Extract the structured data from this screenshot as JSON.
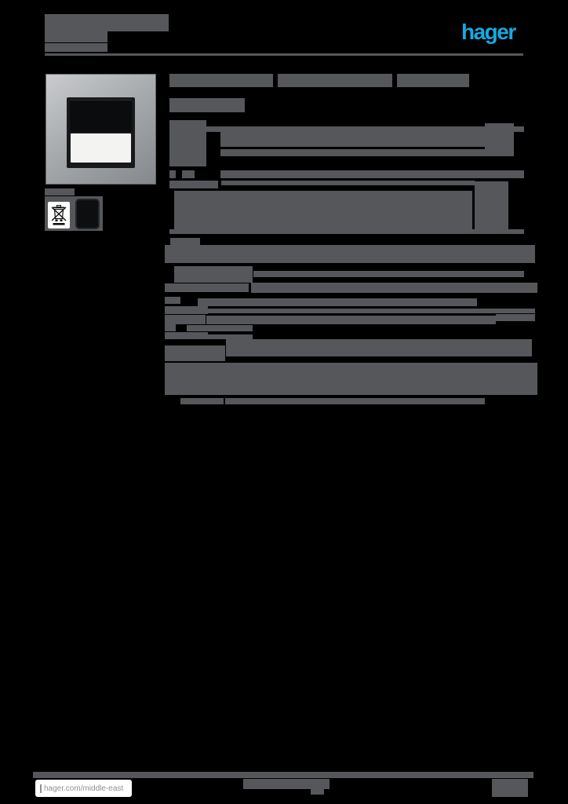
{
  "colors": {
    "c-bg": "#000000",
    "c-bar": "#55575B",
    "c-accent": "#18A8E1",
    "c-white": "#FFFFFF",
    "c-footer-text": "#8F9093",
    "c-silver-hi": "#C9CBCD",
    "c-silver-mid": "#A8ABAE",
    "c-silver-lo": "#85888C",
    "c-frame": "#18191B",
    "c-module-black": "#0B0C0D",
    "c-module-white": "#F3F3F2",
    "c-dark-icon": "#0D0E0F"
  },
  "header": {
    "logo_text": "hager"
  },
  "product": {
    "photo_description": "silver square faceplate with dark inner frame, black module on top and white label module below",
    "icons": [
      {
        "name": "weee-crossed-out-wheelie-bin-icon"
      },
      {
        "name": "dark-square-icon"
      }
    ]
  },
  "footer": {
    "website": "hager.com/middle-east"
  },
  "redactions": {
    "note": "gray bars where rasterized/illegible text appears in the pixels",
    "bars": [
      [
        57,
        18,
        158,
        22
      ],
      [
        57,
        40,
        80,
        14
      ],
      [
        57,
        55,
        80,
        11
      ],
      [
        57,
        240,
        38,
        9
      ],
      [
        216,
        94,
        132,
        17
      ],
      [
        354,
        94,
        146,
        17
      ],
      [
        506,
        94,
        92,
        17
      ],
      [
        216,
        125,
        96,
        18
      ],
      [
        216,
        153,
        47,
        8
      ],
      [
        216,
        161,
        452,
        7
      ],
      [
        216,
        168,
        47,
        44
      ],
      [
        216,
        217,
        8,
        10
      ],
      [
        232,
        217,
        16,
        10
      ],
      [
        281,
        167,
        357,
        20
      ],
      [
        618,
        157,
        37,
        42
      ],
      [
        281,
        190,
        357,
        9
      ],
      [
        281,
        217,
        387,
        10
      ],
      [
        216,
        230,
        62,
        10
      ],
      [
        282,
        230,
        323,
        6
      ],
      [
        605,
        231,
        43,
        61
      ],
      [
        222,
        243,
        380,
        49
      ],
      [
        216,
        292,
        452,
        6
      ],
      [
        217,
        303,
        38,
        9
      ],
      [
        210,
        312,
        472,
        23
      ],
      [
        222,
        339,
        100,
        21
      ],
      [
        323,
        345,
        345,
        8
      ],
      [
        210,
        361,
        107,
        11
      ],
      [
        320,
        360,
        365,
        13
      ],
      [
        210,
        378,
        20,
        9
      ],
      [
        252,
        380,
        356,
        10
      ],
      [
        210,
        390,
        55,
        10
      ],
      [
        260,
        393,
        422,
        6
      ],
      [
        210,
        401,
        52,
        12
      ],
      [
        263,
        402,
        369,
        11
      ],
      [
        632,
        400,
        50,
        9
      ],
      [
        210,
        413,
        14,
        9
      ],
      [
        238,
        414,
        84,
        8
      ],
      [
        210,
        423,
        55,
        9
      ],
      [
        238,
        426,
        84,
        6
      ],
      [
        210,
        440,
        77,
        20
      ],
      [
        288,
        432,
        390,
        22
      ],
      [
        210,
        462,
        77,
        41
      ],
      [
        287,
        462,
        398,
        41
      ],
      [
        230,
        507,
        55,
        8
      ],
      [
        287,
        507,
        331,
        8
      ],
      [
        310,
        992,
        110,
        13
      ],
      [
        396,
        1005,
        17,
        7
      ]
    ]
  }
}
